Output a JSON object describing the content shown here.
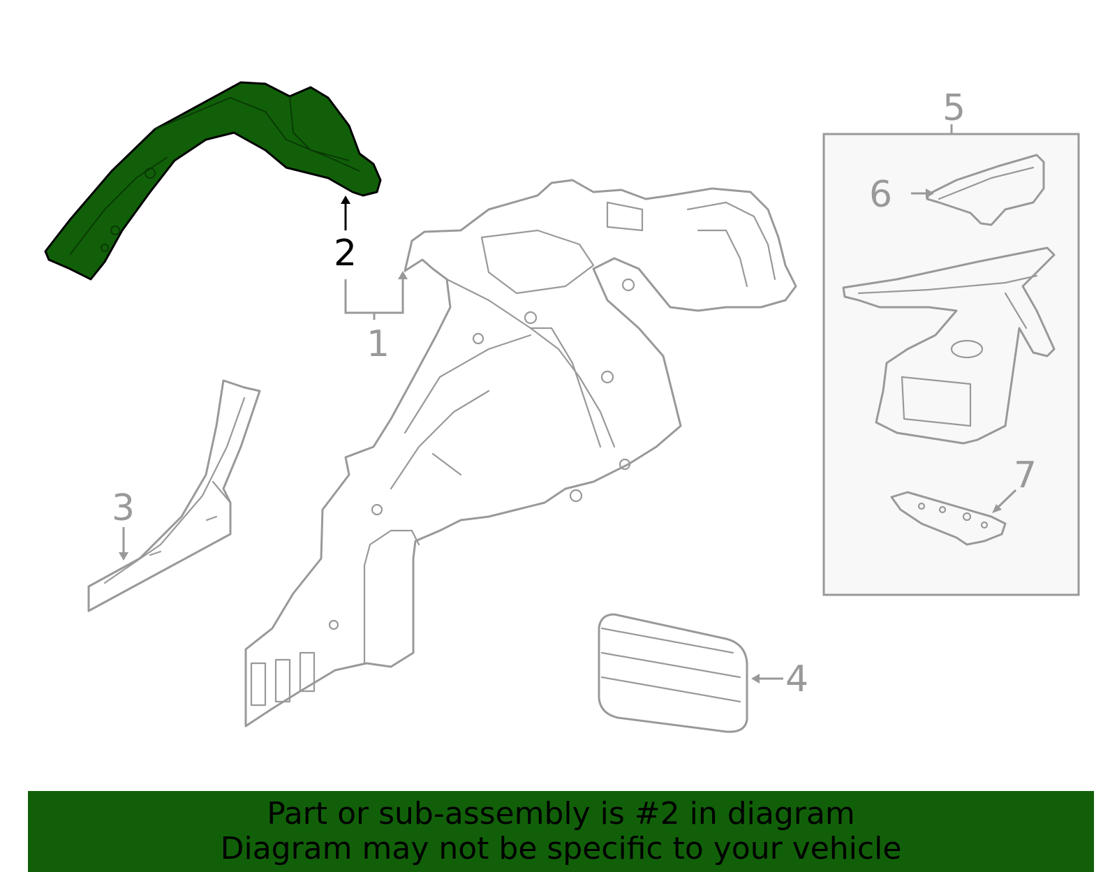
{
  "callouts": {
    "c1": "1",
    "c2": "2",
    "c3": "3",
    "c4": "4",
    "c5": "5",
    "c6": "6",
    "c7": "7"
  },
  "highlight_color": "#116009",
  "line_color": "#999999",
  "banner": {
    "line1": "Part or sub-assembly is #2 in diagram",
    "line2": "Diagram may not be specific to your vehicle"
  }
}
